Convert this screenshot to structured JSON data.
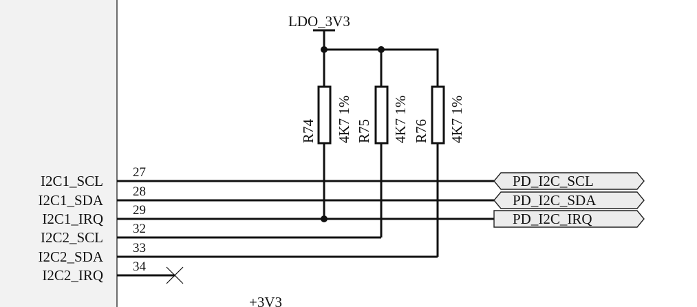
{
  "power": {
    "ldo_label": "LDO_3V3",
    "bottom_label": "+3V3"
  },
  "connector_signals": [
    {
      "name": "I2C1_SCL",
      "pin": "27"
    },
    {
      "name": "I2C1_SDA",
      "pin": "28"
    },
    {
      "name": "I2C1_IRQ",
      "pin": "29"
    },
    {
      "name": "I2C2_SCL",
      "pin": "32"
    },
    {
      "name": "I2C2_SDA",
      "pin": "33"
    },
    {
      "name": "I2C2_IRQ",
      "pin": "34"
    }
  ],
  "resistors": [
    {
      "ref": "R74",
      "value": "4K7 1%"
    },
    {
      "ref": "R75",
      "value": "4K7 1%"
    },
    {
      "ref": "R76",
      "value": "4K7 1%"
    }
  ],
  "ports": [
    {
      "label": "PD_I2C_SCL"
    },
    {
      "label": "PD_I2C_SDA"
    },
    {
      "label": "PD_I2C_IRQ"
    }
  ]
}
